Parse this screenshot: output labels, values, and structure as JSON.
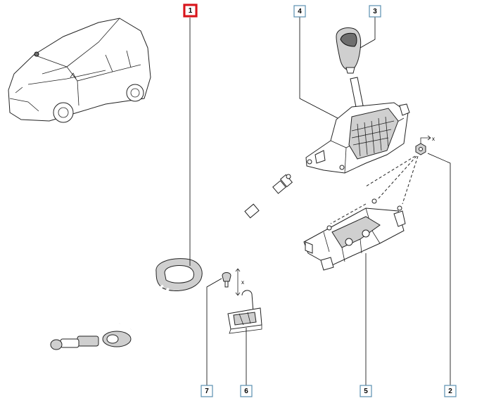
{
  "callouts": [
    {
      "label": "1",
      "selected": true
    },
    {
      "label": "2",
      "selected": false
    },
    {
      "label": "3",
      "selected": false
    },
    {
      "label": "4",
      "selected": false
    },
    {
      "label": "5",
      "selected": false
    },
    {
      "label": "6",
      "selected": false
    },
    {
      "label": "7",
      "selected": false
    }
  ],
  "axis_marks": {
    "screw_axis": "x",
    "nut_axis": "x"
  },
  "colors": {
    "highlight": "#d8141b",
    "callout_border": "#5a8fb0",
    "line": "#000000"
  }
}
